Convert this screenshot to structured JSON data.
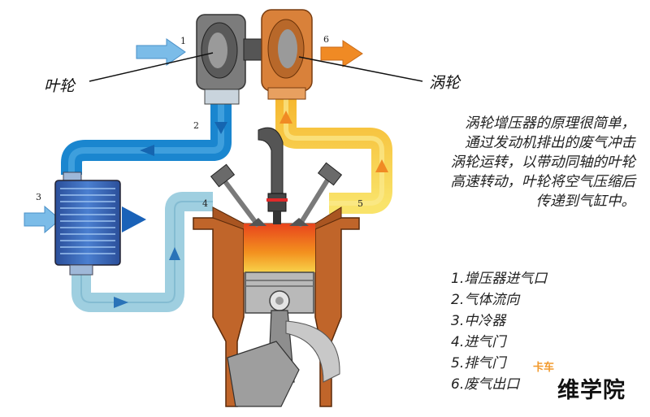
{
  "callouts": {
    "n1": "1",
    "n2": "2",
    "n3": "3",
    "n4": "4",
    "n5": "5",
    "n6": "6"
  },
  "labels": {
    "impeller": "叶轮",
    "turbine": "涡轮"
  },
  "description": [
    "涡轮增压器的原理很简单，",
    "通过发动机排出的废气冲击",
    "涡轮运转，以带动同轴的叶轮",
    "高速转动，叶轮将空气压缩后",
    "传递到气缸中。"
  ],
  "legend": [
    "1.增压器进气口",
    "2.气体流向",
    "3.中冷器",
    "4.进气门",
    "5.排气门",
    "6.废气出口"
  ],
  "watermark": {
    "small": "卡车",
    "large": "维学院"
  },
  "colors": {
    "intake_cold": "#1a86cf",
    "intake_cool": "#9fcfe0",
    "exhaust_hot": "#f5c93a",
    "exhaust_outlet": "#f08a24",
    "engine_housing": "#c0652a",
    "combustion": "#f07a1a"
  }
}
